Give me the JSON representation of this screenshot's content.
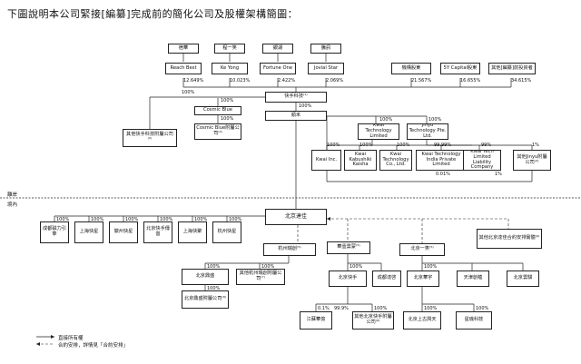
{
  "title": "下圖說明本公司緊接[編纂]完成前的簡化公司及股權架構簡圖：",
  "founders": [
    "宿華",
    "程一笑",
    "銀湖",
    "騰訊"
  ],
  "holders": [
    "Reach Best",
    "Ke Yong",
    "Fortune One",
    "Jovial Star",
    "機構股東",
    "5Y Capital股東",
    "其他[編纂]前投資者"
  ],
  "holder_pcts": [
    "12.649%",
    "10.023%",
    "2.422%",
    "2.069%",
    "21.567%",
    "16.655%",
    "34.615%"
  ],
  "company": "快手科技⁽¹⁾",
  "company_pct": "100%",
  "other_sub": "其他快手科技附屬公司⁽²⁾",
  "cosmic": "Cosmic Blue",
  "cosmic_sub": "Cosmic Blue附屬公司⁽³⁾",
  "cosmic_pcts": [
    "100%",
    "100%"
  ],
  "ryi": "順禾",
  "ryi_pct": "100%",
  "kwai_ltd": "Kwai Technology Limited",
  "jinyu": "Jinyu Technology Pte. Ltd.",
  "offshore_pcts": [
    "100%",
    "100%",
    "100%",
    "100%",
    "100%",
    "99.99%",
    "99%",
    "1%",
    "0.01%",
    "1%"
  ],
  "offshore_subs": [
    "Kwai Inc.",
    "Kwai Kabushiki Kaisha",
    "Kwai Technology Co., Ltd.",
    "Kwai Technology India Private Limited",
    "Kwai Tech Limited Liability Company",
    "其他Jinyu附屬公司⁽⁴⁾"
  ],
  "zone_offshore": "離岸",
  "zone_onshore": "境內",
  "wfoe": "北京達佳",
  "wfoe_subs": [
    "成都磁力引擎",
    "上海快星",
    "徽州快星",
    "北京快手傳音",
    "上海快聚",
    "杭州快星"
  ],
  "wfoe_pcts": [
    "100%",
    "100%",
    "100%",
    "100%",
    "100%",
    "100%"
  ],
  "vie": [
    "杭州瑞創⁽⁵⁾",
    "華壹雲蒙⁽⁵⁾",
    "北京一笑⁽⁵⁾"
  ],
  "other_dajia": "其他北京達佳合約安排實體⁽⁶⁾",
  "vie_pcts": [
    "100%",
    "100%",
    "100%",
    "100%",
    "100%"
  ],
  "hz_subs": [
    "北京鼎盛",
    "其他杭州瑞創附屬公司⁽⁷⁾"
  ],
  "dingsheng_sub": "北京鼎盛附屬公司⁽⁸⁾",
  "beijing_kuaishou": "北京快手",
  "chengdu": "成都達啓",
  "bj_huyu": "北京華宇",
  "tianjin": "天津創蘊",
  "bj_yunqi": "北京雲騏",
  "hz_bottom": [
    "江蘇華億",
    "其他北京快手附屬公司⁽⁹⁾"
  ],
  "hz_bottom_pcts": [
    "0.1%",
    "99.9%",
    "100%"
  ],
  "huayu_bottom": [
    "北京上古潤天",
    "星璣科技"
  ],
  "huayu_pcts": [
    "100%",
    "100%"
  ],
  "legend_solid": "直接所有權",
  "legend_dashed": "合約安排，詳情見「合約安排」"
}
